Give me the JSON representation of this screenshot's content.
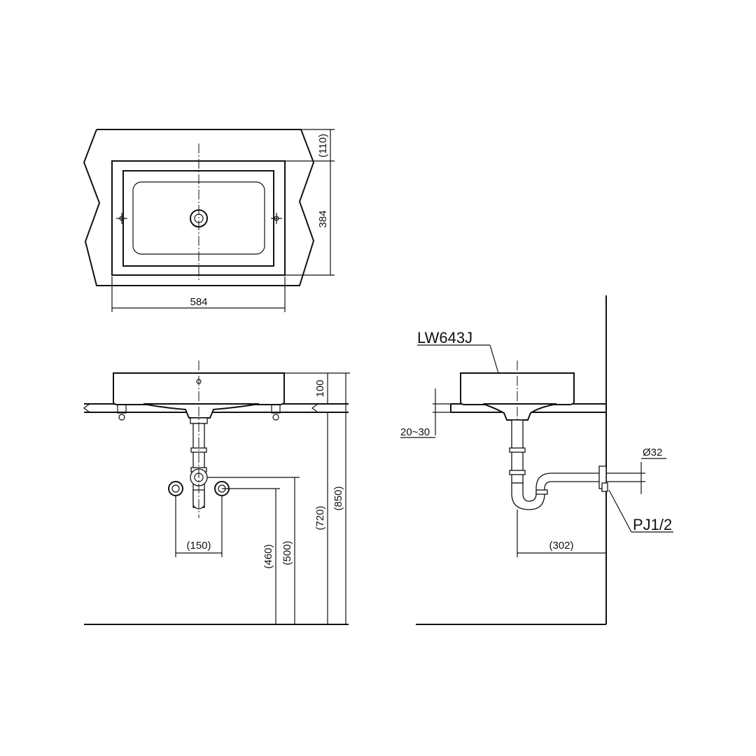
{
  "colors": {
    "line": "#111111",
    "background": "#ffffff"
  },
  "top_view": {
    "dim_width": "584",
    "dim_depth": "384",
    "dim_back": "(110)"
  },
  "front_view": {
    "dim_height": "100",
    "dim_faucet_spacing": "(150)",
    "dim_supply_low": "(460)",
    "dim_supply_high": "(500)",
    "dim_drain": "(720)",
    "dim_rim": "(850)"
  },
  "side_view": {
    "model": "LW643J",
    "dim_counter": "20~30",
    "dim_pipe_dia": "Ø32",
    "dim_thread": "PJ1/2",
    "dim_wall": "(302)"
  }
}
